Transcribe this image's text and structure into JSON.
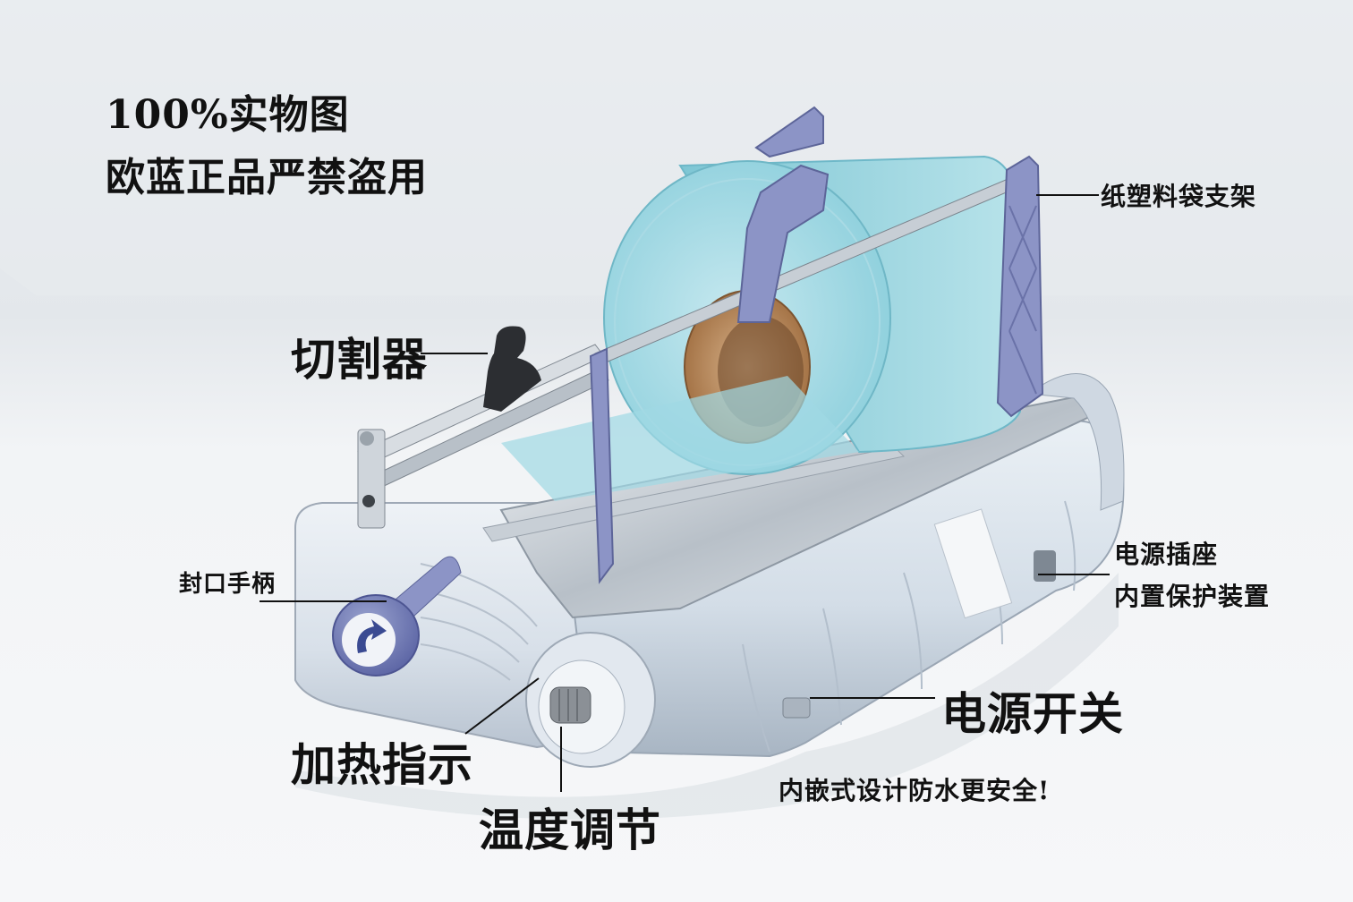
{
  "header": {
    "line1": "100%实物图",
    "line2": "欧蓝正品严禁盗用"
  },
  "callouts": {
    "cutter": "切割器",
    "bag_holder": "纸塑料袋支架",
    "sealing_handle": "封口手柄",
    "power_socket": "电源插座",
    "built_in_protection": "内置保护装置",
    "power_switch": "电源开关",
    "heating_indicator": "加热指示",
    "temperature_control": "温度调节",
    "embedded_design": "内嵌式设计防水更安全!"
  },
  "colors": {
    "background_top": "#e6eaee",
    "floor": "#f4f6f8",
    "machine_body": "#dfe6ee",
    "bracket_purple": "#8c94c6",
    "roll_blue": "#9fd6e0",
    "roll_core": "#c99a6b",
    "indicator_green": "#2fb58a"
  }
}
